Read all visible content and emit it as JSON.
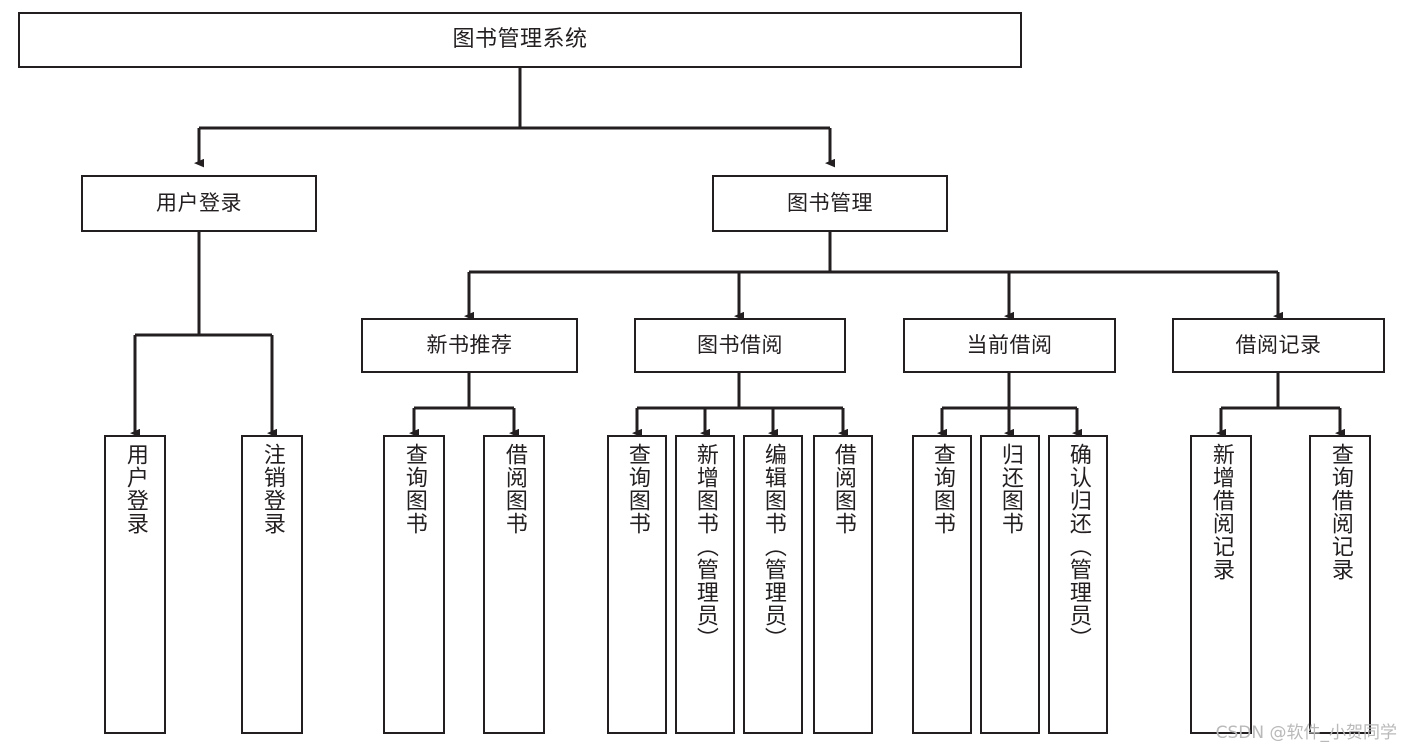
{
  "diagram": {
    "title": "图书管理系统",
    "type": "hierarchy-tree",
    "watermark": "CSDN @软件_小贺同学",
    "colors": {
      "stroke": "#231f20",
      "background": "#ffffff",
      "watermark": "#b9b9b9"
    },
    "root": {
      "label": "图书管理系统"
    },
    "level2": [
      {
        "label": "用户登录"
      },
      {
        "label": "图书管理"
      }
    ],
    "level3": [
      {
        "label": "新书推荐"
      },
      {
        "label": "图书借阅"
      },
      {
        "label": "当前借阅"
      },
      {
        "label": "借阅记录"
      }
    ],
    "leaves": {
      "user_login": [
        {
          "label": "用户登录"
        },
        {
          "label": "注销登录"
        }
      ],
      "new_book_recommend": [
        {
          "label": "查询图书"
        },
        {
          "label": "借阅图书"
        }
      ],
      "book_borrow": [
        {
          "label": "查询图书"
        },
        {
          "label": "新增图书（管理员）"
        },
        {
          "label": "编辑图书（管理员）"
        },
        {
          "label": "借阅图书"
        }
      ],
      "current_borrow": [
        {
          "label": "查询图书"
        },
        {
          "label": "归还图书"
        },
        {
          "label": "确认归还（管理员）"
        }
      ],
      "borrow_record": [
        {
          "label": "新增借阅记录"
        },
        {
          "label": "查询借阅记录"
        }
      ]
    }
  }
}
